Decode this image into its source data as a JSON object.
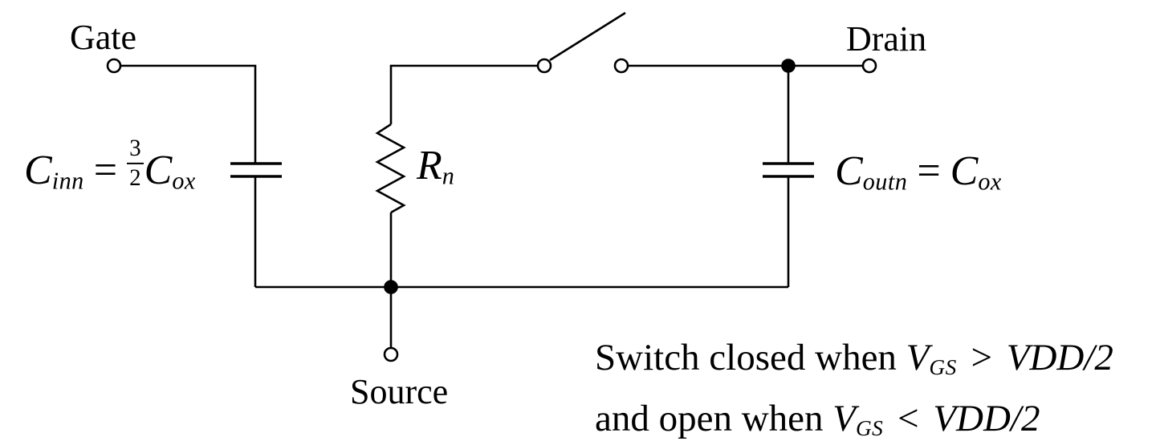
{
  "diagram": {
    "title_hint": "RC switch model of an nMOS transistor",
    "colors": {
      "ink": "#000000",
      "background": "#ffffff"
    },
    "terminals": {
      "gate_label": "Gate",
      "drain_label": "Drain",
      "source_label": "Source"
    },
    "resistor": {
      "base": "R",
      "sub": "n"
    },
    "cin_formula": {
      "lhs": "C",
      "lhs_sub": "inn",
      "eq": "=",
      "frac_num": "3",
      "frac_den": "2",
      "rhs": "C",
      "rhs_sub": "ox"
    },
    "cout_formula": {
      "lhs": "C",
      "lhs_sub": "outn",
      "eq": "=",
      "rhs": "C",
      "rhs_sub": "ox"
    },
    "note": {
      "line1": {
        "text": "Switch closed when",
        "var": "V",
        "var_sub": "GS",
        "op": ">",
        "rhs": "VDD/2"
      },
      "line2": {
        "text": "and open when",
        "var": "V",
        "var_sub": "GS",
        "op": "<",
        "rhs": "VDD/2"
      }
    }
  }
}
